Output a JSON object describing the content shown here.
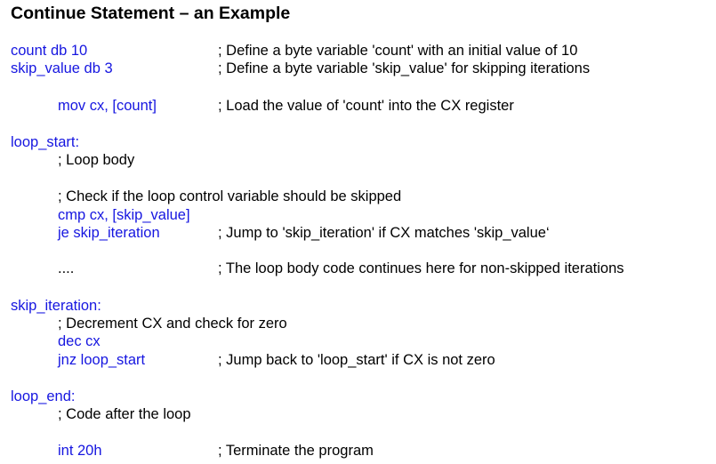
{
  "title": "Continue Statement – an Example",
  "lines": {
    "count_decl": {
      "code": "count db 10",
      "comment": "; Define a byte variable 'count' with an initial value of 10"
    },
    "skip_decl": {
      "code": "skip_value db 3",
      "comment": "; Define a byte variable 'skip_value' for skipping iterations"
    },
    "mov": {
      "code": "mov cx, [count]",
      "comment": "; Load the value of 'count' into the CX register"
    },
    "loop_start_label": {
      "code": "loop_start:"
    },
    "loop_body_comment": {
      "comment": "; Loop body"
    },
    "check_comment": {
      "comment": "; Check if the loop control variable should be skipped"
    },
    "cmp": {
      "code": "cmp cx, [skip_value]"
    },
    "je": {
      "code": "je skip_iteration",
      "comment": "; Jump to 'skip_iteration' if CX matches 'skip_value‘"
    },
    "ellipsis": {
      "code": "....",
      "comment": "; The loop body code continues here for non-skipped iterations"
    },
    "skip_iteration_label": {
      "code": "skip_iteration:"
    },
    "dec_comment": {
      "comment": "; Decrement CX and check for zero"
    },
    "dec": {
      "code": "dec cx"
    },
    "jnz": {
      "code": "jnz loop_start",
      "comment": "; Jump back to 'loop_start' if CX is not zero"
    },
    "loop_end_label": {
      "code": "loop_end:"
    },
    "after_comment": {
      "comment": "; Code after the loop"
    },
    "int": {
      "code": "int 20h",
      "comment": "; Terminate the program"
    }
  },
  "colors": {
    "code": "#1616e0",
    "comment": "#000000"
  }
}
